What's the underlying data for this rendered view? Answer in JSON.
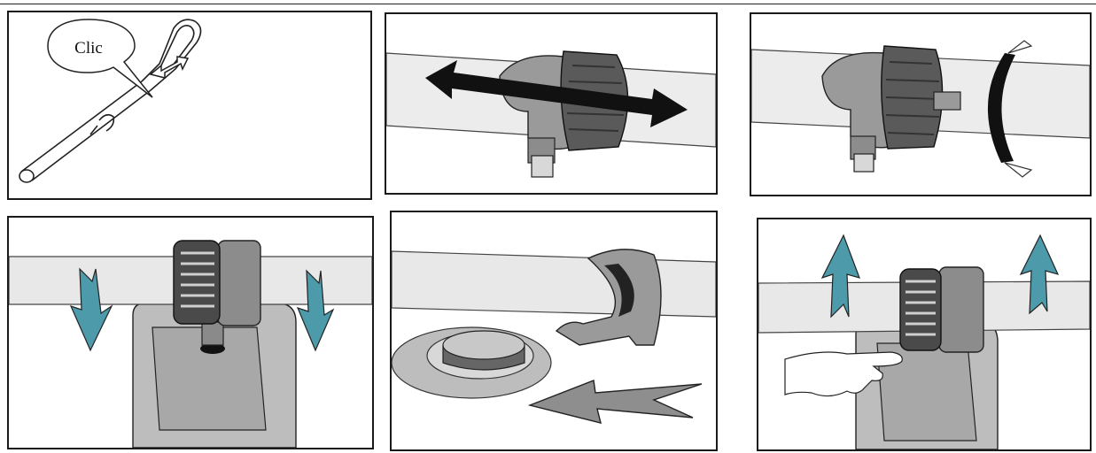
{
  "panels": [
    {
      "id": "step-1",
      "callout_text": "Clic"
    },
    {
      "id": "step-2"
    },
    {
      "id": "step-3"
    },
    {
      "id": "step-4"
    },
    {
      "id": "step-5"
    },
    {
      "id": "step-6"
    }
  ],
  "colors": {
    "outline": "#1a1a1a",
    "pipe": "#e8e8e8",
    "fitting": "#8a8a8a",
    "nut": "#555555",
    "arrow_teal": "#3f8f9e",
    "arrow_grey": "#8f8f8f"
  }
}
